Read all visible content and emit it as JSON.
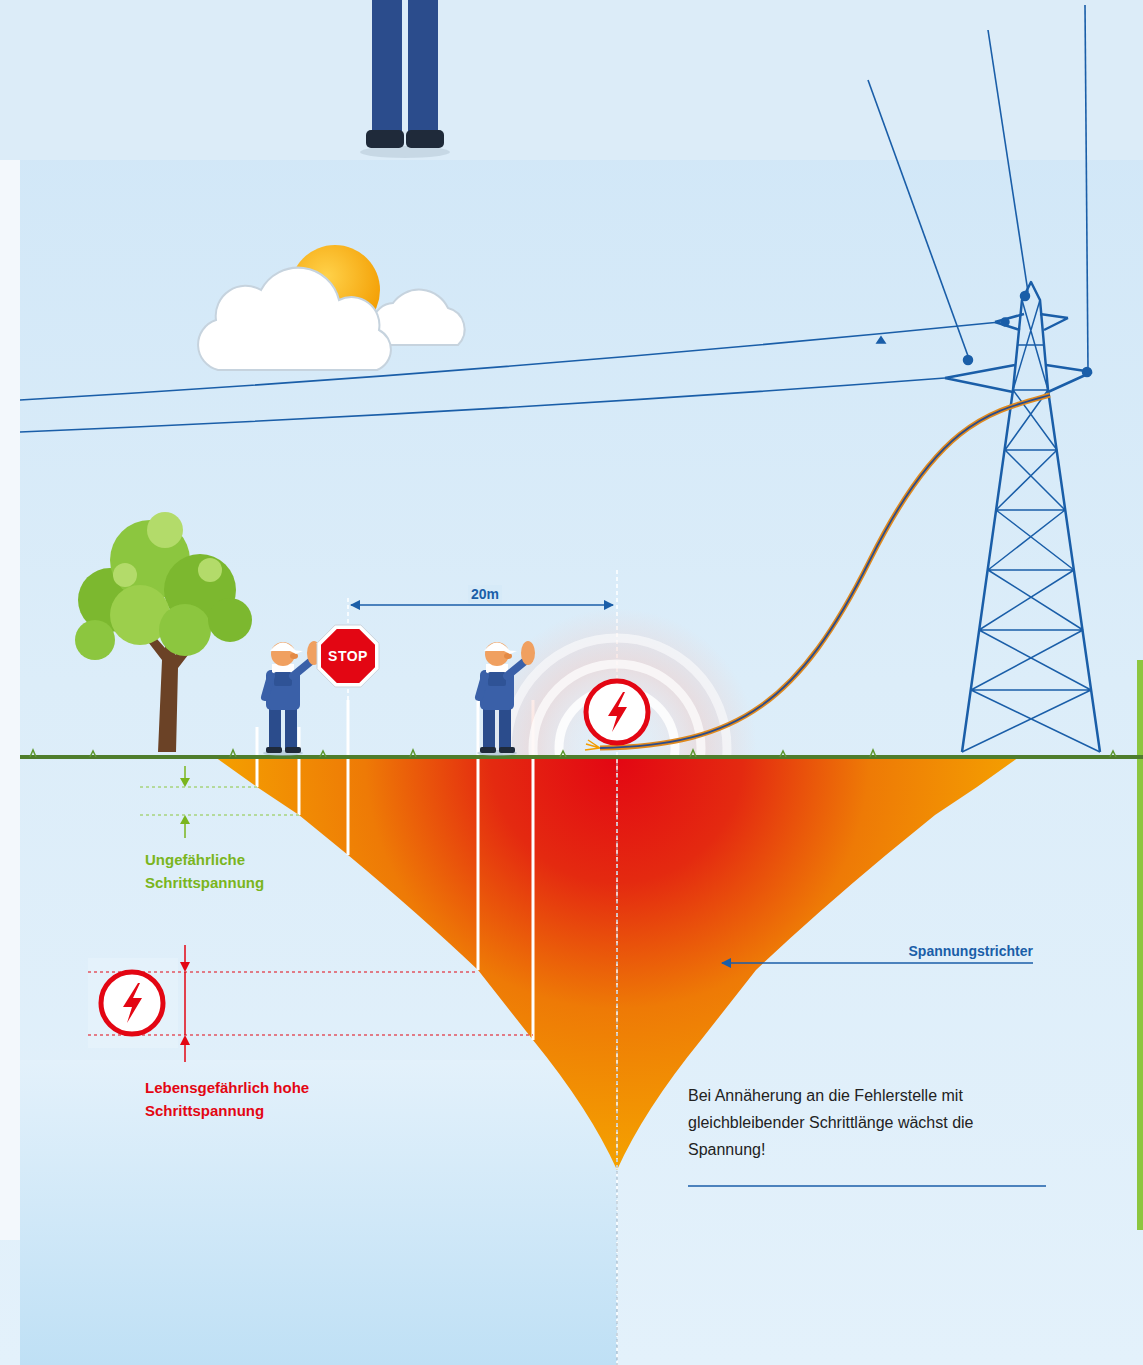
{
  "diagram": {
    "nodes": [
      {
        "text": [
          "STOP"
        ]
      }
    ],
    "labels": [
      "20m",
      "Ungefährliche Schrittspannung",
      "Lebensgefährlich hohe Schrittspannung",
      "Spannungstrichter",
      "Bei Annäherung an die Fehlerstelle mit gleichbleibender Schrittlänge wächst die Spannung!"
    ]
  }
}
